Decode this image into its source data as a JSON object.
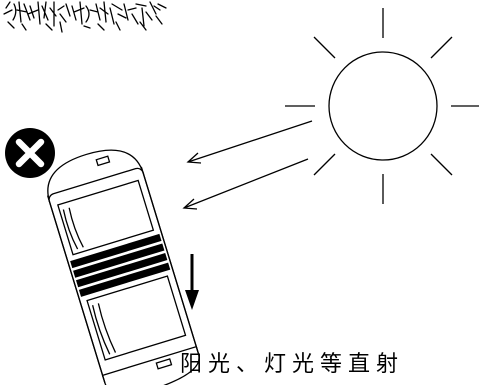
{
  "caption": "阳光、灯光等直射",
  "warning": {
    "symbol": "prohibited",
    "icon": "x-circle-icon"
  },
  "objects": [
    "sun-icon",
    "infrared-detector",
    "light-ray-arrow",
    "down-arrow-icon",
    "scribble-mark"
  ],
  "colors": {
    "ink": "#000000",
    "background": "#ffffff"
  }
}
